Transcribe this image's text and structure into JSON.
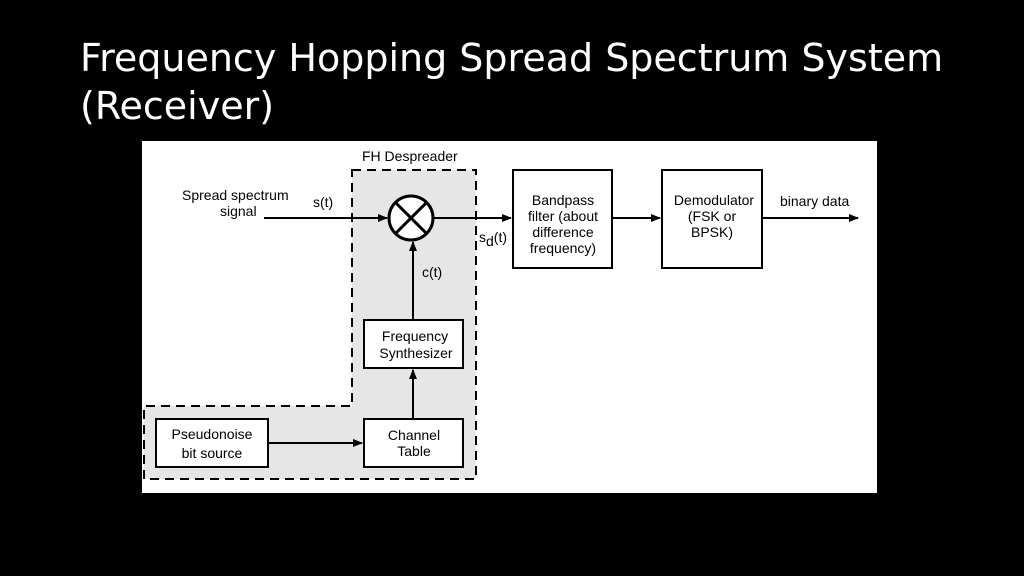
{
  "slide": {
    "title_line1": "Frequency Hopping Spread Spectrum System",
    "title_line2": "(Receiver)"
  },
  "diagram": {
    "group_label": "FH Despreader",
    "input_label_line1": "Spread spectrum",
    "input_label_line2": "signal",
    "signal_st": "s(t)",
    "signal_ct": "c(t)",
    "signal_sd_main": "s",
    "signal_sd_sub": "d",
    "signal_sd_tail": "(t)",
    "blocks": {
      "bandpass": [
        "Bandpass",
        "filter (about",
        "difference",
        "frequency)"
      ],
      "demodulator": [
        "Demodulator",
        "(FSK or",
        "BPSK)"
      ],
      "synthesizer": [
        "Frequency",
        "Synthesizer"
      ],
      "channel_table": [
        "Channel",
        "Table"
      ],
      "pn_source": [
        "Pseudonoise",
        "bit source"
      ]
    },
    "output_label": "binary data",
    "colors": {
      "region_fill": "#e6e6e6",
      "line": "#000000",
      "background": "#ffffff"
    }
  }
}
